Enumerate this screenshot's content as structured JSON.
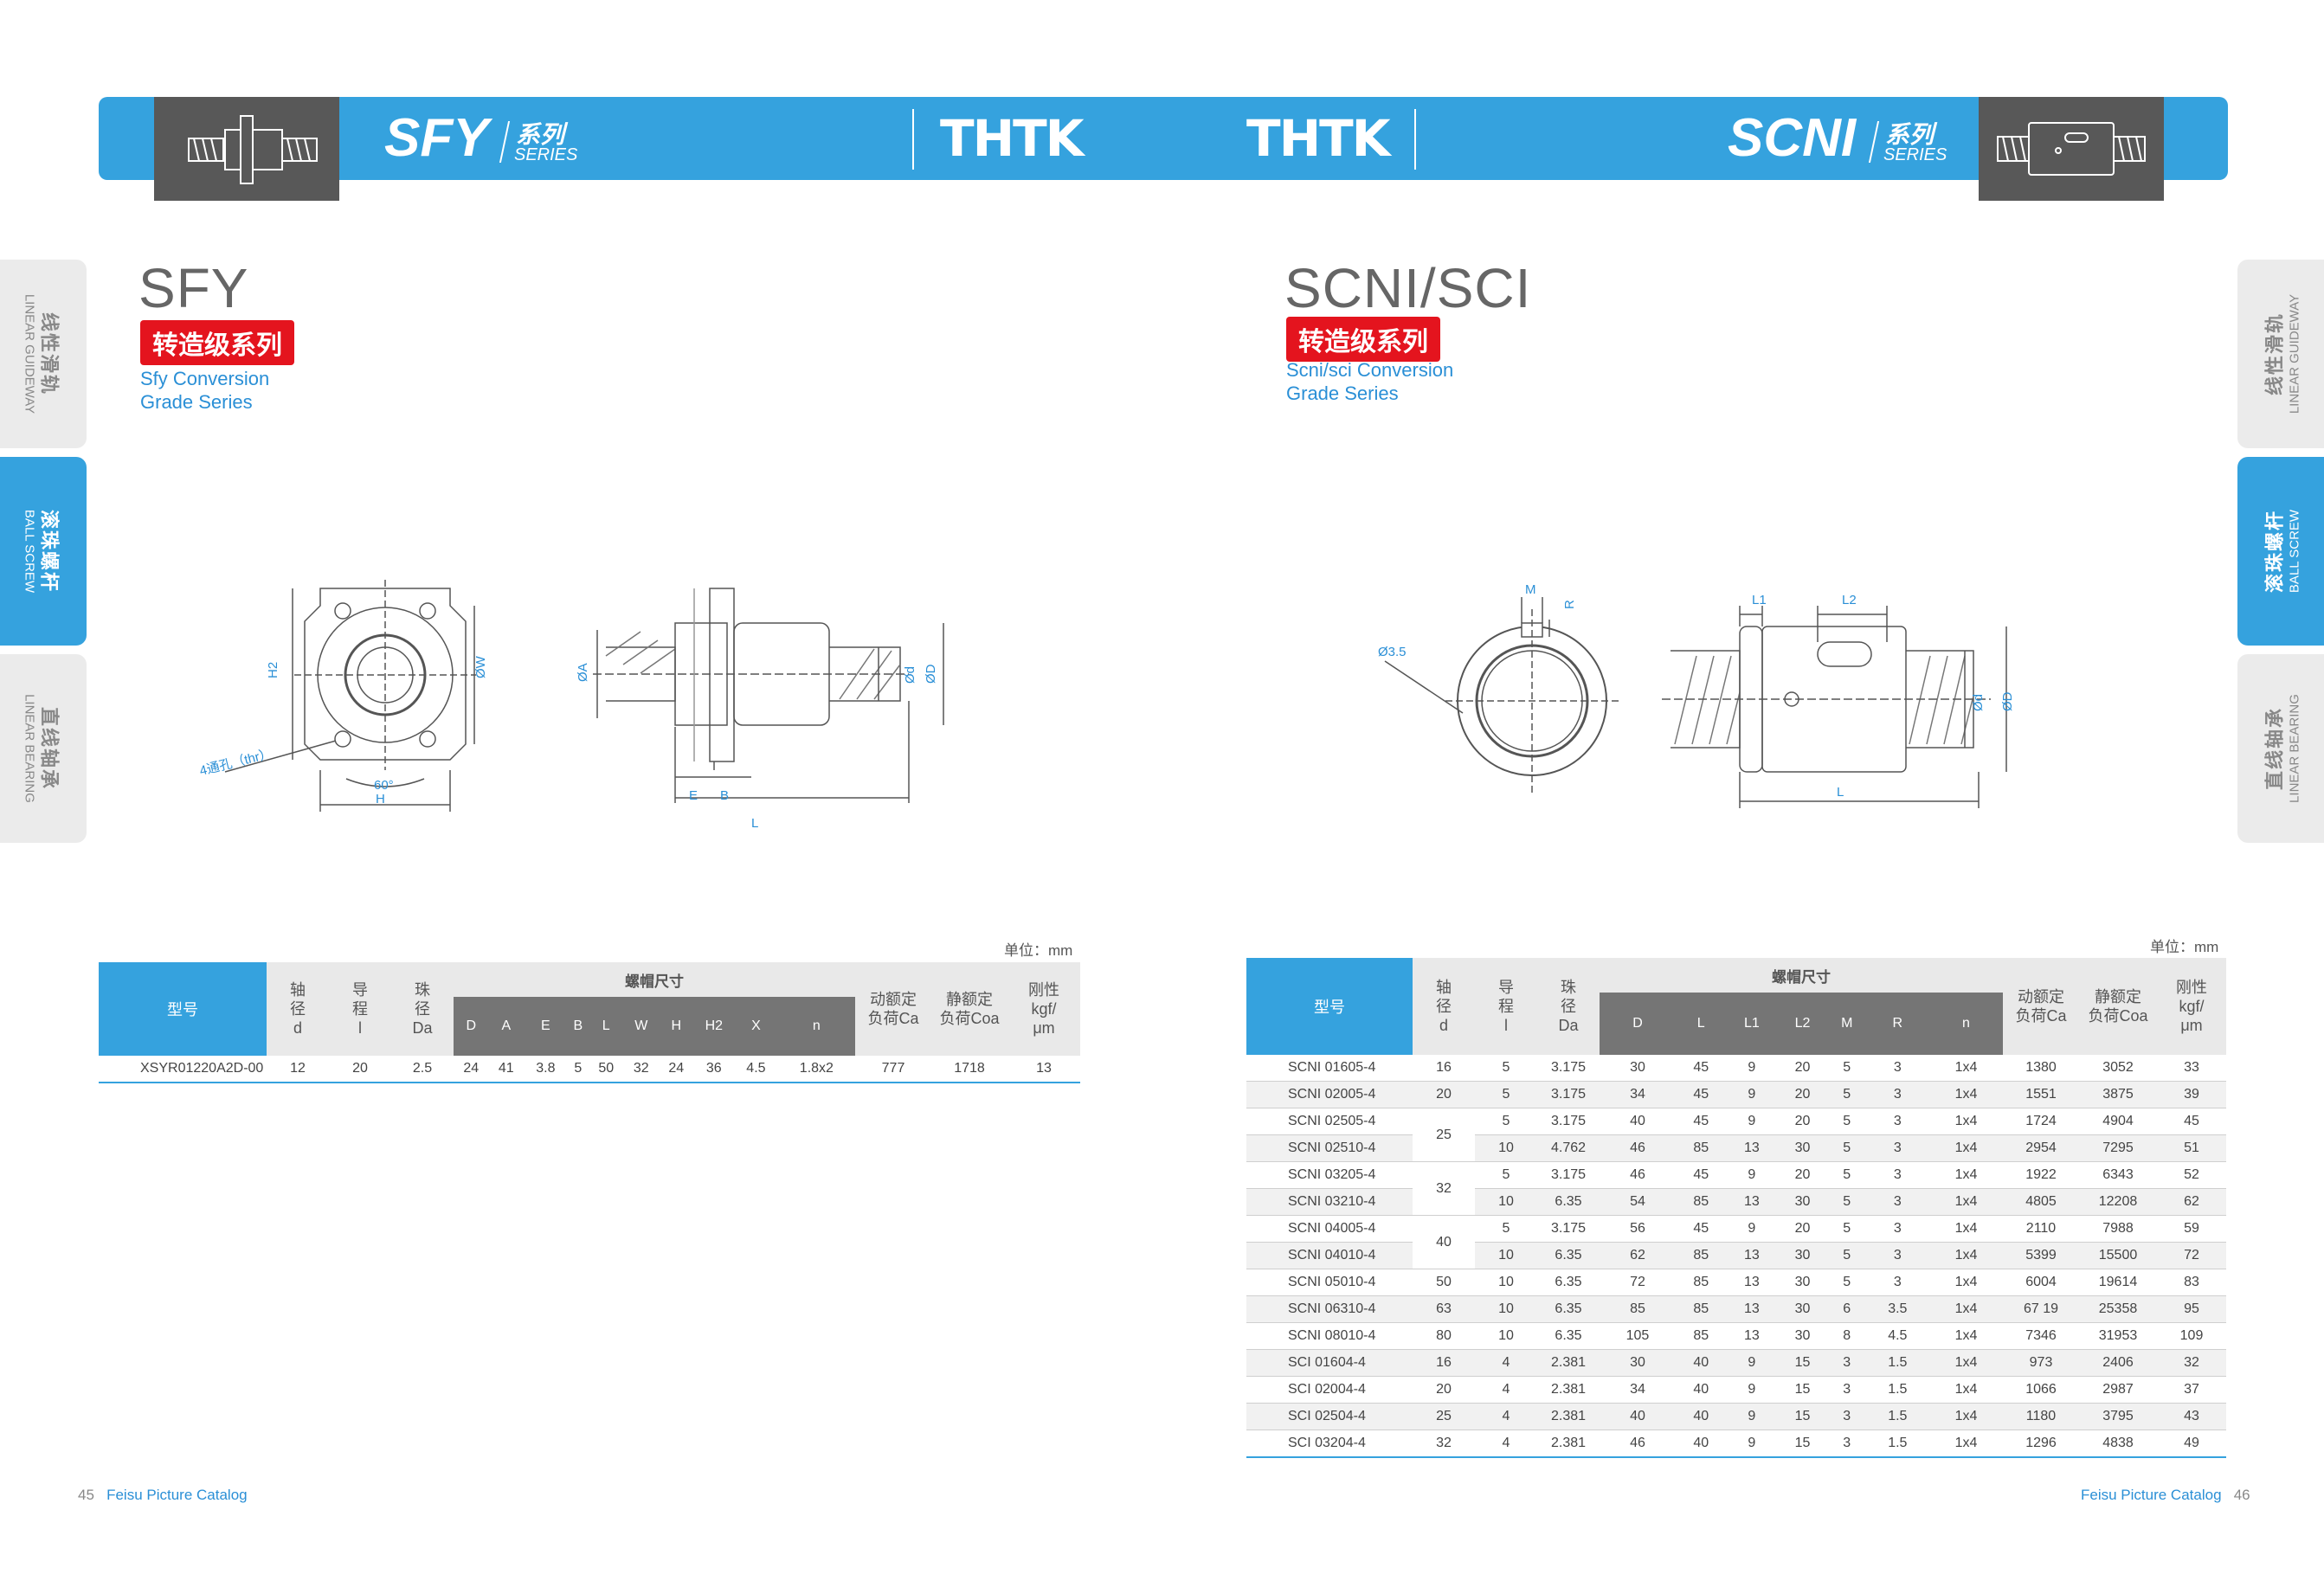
{
  "header": {
    "left_series": "SFY",
    "left_series_cn": "系列",
    "left_series_en": "SERIES",
    "brand_left": "THTK",
    "brand_right": "THTK",
    "right_series": "SCNI",
    "right_series_cn": "系列",
    "right_series_en": "SERIES"
  },
  "side_tabs": [
    {
      "cn": "线性滑轨",
      "en": "LINEAR GUIDEWAY"
    },
    {
      "cn": "滚珠螺杆",
      "en": "BALL SCREW"
    },
    {
      "cn": "直线轴承",
      "en": "LINEAR BEARING"
    }
  ],
  "left": {
    "title": "SFY",
    "badge": "转造级系列",
    "subtitle_line1": "Sfy Conversion",
    "subtitle_line2": "Grade Series",
    "drawing_labels": {
      "h2": "H2",
      "w": "ØW",
      "hole": "4通孔（thr）",
      "angle": "60°",
      "h": "H",
      "a": "ØA",
      "d_small": "Ød",
      "d_big": "ØD",
      "e": "E",
      "b": "B",
      "l": "L"
    },
    "unit": "单位：mm",
    "table": {
      "model_header": "型号",
      "shaft_header": [
        "轴",
        "径",
        "d"
      ],
      "lead_header": [
        "导",
        "程",
        "l"
      ],
      "ball_header": [
        "珠",
        "径",
        "Da"
      ],
      "nut_dims_header": "螺帽尺寸",
      "dim_cols": [
        "D",
        "A",
        "E",
        "B",
        "L",
        "W",
        "H",
        "H2",
        "X",
        "n"
      ],
      "dyn_header": [
        "动额定",
        "负荷Ca"
      ],
      "stat_header": [
        "静额定",
        "负荷Coa"
      ],
      "stiff_header": [
        "刚性",
        "kgf/",
        "μm"
      ],
      "rows": [
        [
          "XSYR01220A2D-00",
          "12",
          "20",
          "2.5",
          "24",
          "41",
          "3.8",
          "5",
          "50",
          "32",
          "24",
          "36",
          "4.5",
          "1.8x2",
          "777",
          "1718",
          "13"
        ]
      ]
    }
  },
  "right": {
    "title": "SCNI/SCI",
    "badge": "转造级系列",
    "subtitle_line1": "Scni/sci Conversion",
    "subtitle_line2": "Grade Series",
    "drawing_labels": {
      "m": "M",
      "r": "R",
      "phi35": "Ø3.5",
      "l1": "L1",
      "l2": "L2",
      "d_small": "Ød",
      "d_big": "ØD",
      "l": "L"
    },
    "unit": "单位：mm",
    "table": {
      "model_header": "型号",
      "shaft_header": [
        "轴",
        "径",
        "d"
      ],
      "lead_header": [
        "导",
        "程",
        "l"
      ],
      "ball_header": [
        "珠",
        "径",
        "Da"
      ],
      "nut_dims_header": "螺帽尺寸",
      "dim_cols": [
        "D",
        "L",
        "L1",
        "L2",
        "M",
        "R",
        "n"
      ],
      "dyn_header": [
        "动额定",
        "负荷Ca"
      ],
      "stat_header": [
        "静额定",
        "负荷Coa"
      ],
      "stiff_header": [
        "刚性",
        "kgf/",
        "μm"
      ],
      "rows": [
        [
          "SCNI 01605-4",
          "16",
          "5",
          "3.175",
          "30",
          "45",
          "9",
          "20",
          "5",
          "3",
          "1x4",
          "1380",
          "3052",
          "33"
        ],
        [
          "SCNI 02005-4",
          "20",
          "5",
          "3.175",
          "34",
          "45",
          "9",
          "20",
          "5",
          "3",
          "1x4",
          "1551",
          "3875",
          "39"
        ],
        [
          "SCNI 02505-4",
          "25",
          "5",
          "3.175",
          "40",
          "45",
          "9",
          "20",
          "5",
          "3",
          "1x4",
          "1724",
          "4904",
          "45"
        ],
        [
          "SCNI 02510-4",
          "",
          "10",
          "4.762",
          "46",
          "85",
          "13",
          "30",
          "5",
          "3",
          "1x4",
          "2954",
          "7295",
          "51"
        ],
        [
          "SCNI 03205-4",
          "32",
          "5",
          "3.175",
          "46",
          "45",
          "9",
          "20",
          "5",
          "3",
          "1x4",
          "1922",
          "6343",
          "52"
        ],
        [
          "SCNI 03210-4",
          "",
          "10",
          "6.35",
          "54",
          "85",
          "13",
          "30",
          "5",
          "3",
          "1x4",
          "4805",
          "12208",
          "62"
        ],
        [
          "SCNI 04005-4",
          "40",
          "5",
          "3.175",
          "56",
          "45",
          "9",
          "20",
          "5",
          "3",
          "1x4",
          "2110",
          "7988",
          "59"
        ],
        [
          "SCNI 04010-4",
          "",
          "10",
          "6.35",
          "62",
          "85",
          "13",
          "30",
          "5",
          "3",
          "1x4",
          "5399",
          "15500",
          "72"
        ],
        [
          "SCNI 05010-4",
          "50",
          "10",
          "6.35",
          "72",
          "85",
          "13",
          "30",
          "5",
          "3",
          "1x4",
          "6004",
          "19614",
          "83"
        ],
        [
          "SCNI 06310-4",
          "63",
          "10",
          "6.35",
          "85",
          "85",
          "13",
          "30",
          "6",
          "3.5",
          "1x4",
          "67 19",
          "25358",
          "95"
        ],
        [
          "SCNI 08010-4",
          "80",
          "10",
          "6.35",
          "105",
          "85",
          "13",
          "30",
          "8",
          "4.5",
          "1x4",
          "7346",
          "31953",
          "109"
        ],
        [
          "SCI 01604-4",
          "16",
          "4",
          "2.381",
          "30",
          "40",
          "9",
          "15",
          "3",
          "1.5",
          "1x4",
          "973",
          "2406",
          "32"
        ],
        [
          "SCI 02004-4",
          "20",
          "4",
          "2.381",
          "34",
          "40",
          "9",
          "15",
          "3",
          "1.5",
          "1x4",
          "1066",
          "2987",
          "37"
        ],
        [
          "SCI 02504-4",
          "25",
          "4",
          "2.381",
          "40",
          "40",
          "9",
          "15",
          "3",
          "1.5",
          "1x4",
          "1180",
          "3795",
          "43"
        ],
        [
          "SCI 03204-4",
          "32",
          "4",
          "2.381",
          "46",
          "40",
          "9",
          "15",
          "3",
          "1.5",
          "1x4",
          "1296",
          "4838",
          "49"
        ]
      ]
    }
  },
  "footer": {
    "left_page": "45",
    "left_text": "Feisu Picture Catalog",
    "right_text": "Feisu Picture Catalog",
    "right_page": "46"
  },
  "colors": {
    "accent_blue": "#35a2de",
    "badge_red": "#e4141e",
    "dark_gray": "#585858"
  }
}
